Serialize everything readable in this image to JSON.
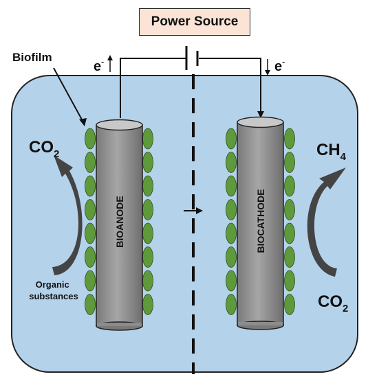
{
  "power_source": {
    "label": "Power Source"
  },
  "electrons": {
    "left": "e",
    "right": "e",
    "charge": "-"
  },
  "biofilm": {
    "label": "Biofilm"
  },
  "anode": {
    "label": "BIOANODE"
  },
  "cathode": {
    "label": "BIOCATHODE"
  },
  "anode_side": {
    "product_main": "CO",
    "product_sub": "2",
    "substrate_line1": "Organic",
    "substrate_line2": "substances"
  },
  "cathode_side": {
    "product_main": "CH",
    "product_sub": "4",
    "input_main": "CO",
    "input_sub": "2"
  },
  "colors": {
    "chamber_fill": "#b5d2eb",
    "electrode_fill": "#8f8f8f",
    "biofilm_fill": "#5e9a3b",
    "power_source_fill": "#fbe4d6",
    "arrow_fill": "#444444"
  }
}
